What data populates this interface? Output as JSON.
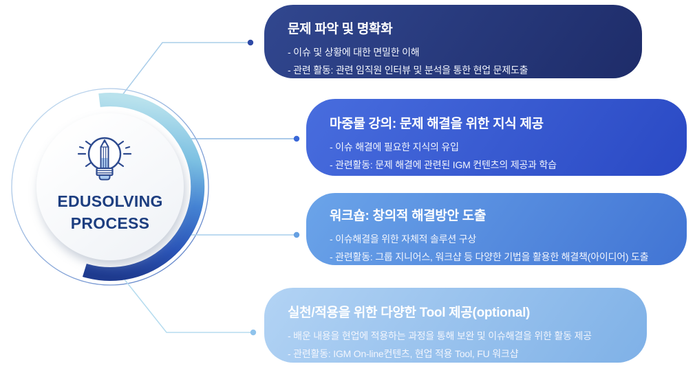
{
  "hub": {
    "title_line1": "EDUSOLVING",
    "title_line2": "PROCESS",
    "icon": "lightbulb-pencil-icon"
  },
  "steps": [
    {
      "title": "문제 파악 및 명확화",
      "point1": "- 이슈 및 상황에 대한 면밀한 이해",
      "point2": "- 관련 활동: 관련 임직원 인터뷰 및 분석을 통한 현업 문제도출"
    },
    {
      "title": "마중물 강의: 문제 해결을 위한 지식 제공",
      "point1": "- 이슈 해결에 필요한 지식의 유입",
      "point2": "- 관련활동: 문제 해결에 관련된 IGM 컨텐츠의 제공과 학습"
    },
    {
      "title": "워크숍: 창의적 해결방안 도출",
      "point1": "- 이슈해결을 위한 자체적 솔루션 구상",
      "point2": "- 관련활동: 그룹 지니어스, 워크샵 등 다양한 기법을 활용한 해결책(아이디어) 도출"
    },
    {
      "title": "실천/적용을 위한 다양한 Tool 제공(optional)",
      "point1": "- 배운 내용을 현업에 적용하는 과정을 통해 보완 및 이슈해결을 위한 활동 제공",
      "point2": "- 관련활동: IGM On-line컨텐츠, 현업 적용 Tool, FU 워크샵"
    }
  ],
  "colors": {
    "step_gradients": [
      [
        "#31478f",
        "#1e2c69"
      ],
      [
        "#486dde",
        "#2a49c4"
      ],
      [
        "#6ba4e9",
        "#4174d4"
      ],
      [
        "#b2d3f4",
        "#7fb1e7"
      ]
    ],
    "connector_lines": [
      "#a9cde9",
      "#8fb9e2",
      "#a5cdeb",
      "#b5dcef"
    ],
    "connector_dots": [
      "#2e49a6",
      "#3a68d8",
      "#66a0e2",
      "#8fc3ec"
    ],
    "arc_stops": [
      "#b9e2ed",
      "#7cc0e2",
      "#4583d3",
      "#2b55b8",
      "#1e3a8e"
    ],
    "ring_stops": [
      "#c4ddf0",
      "#5b7fc8"
    ],
    "hub_text": "#1d3e80",
    "icon_outline": "#2d4a8f",
    "icon_fill": "#a9c9ef"
  }
}
